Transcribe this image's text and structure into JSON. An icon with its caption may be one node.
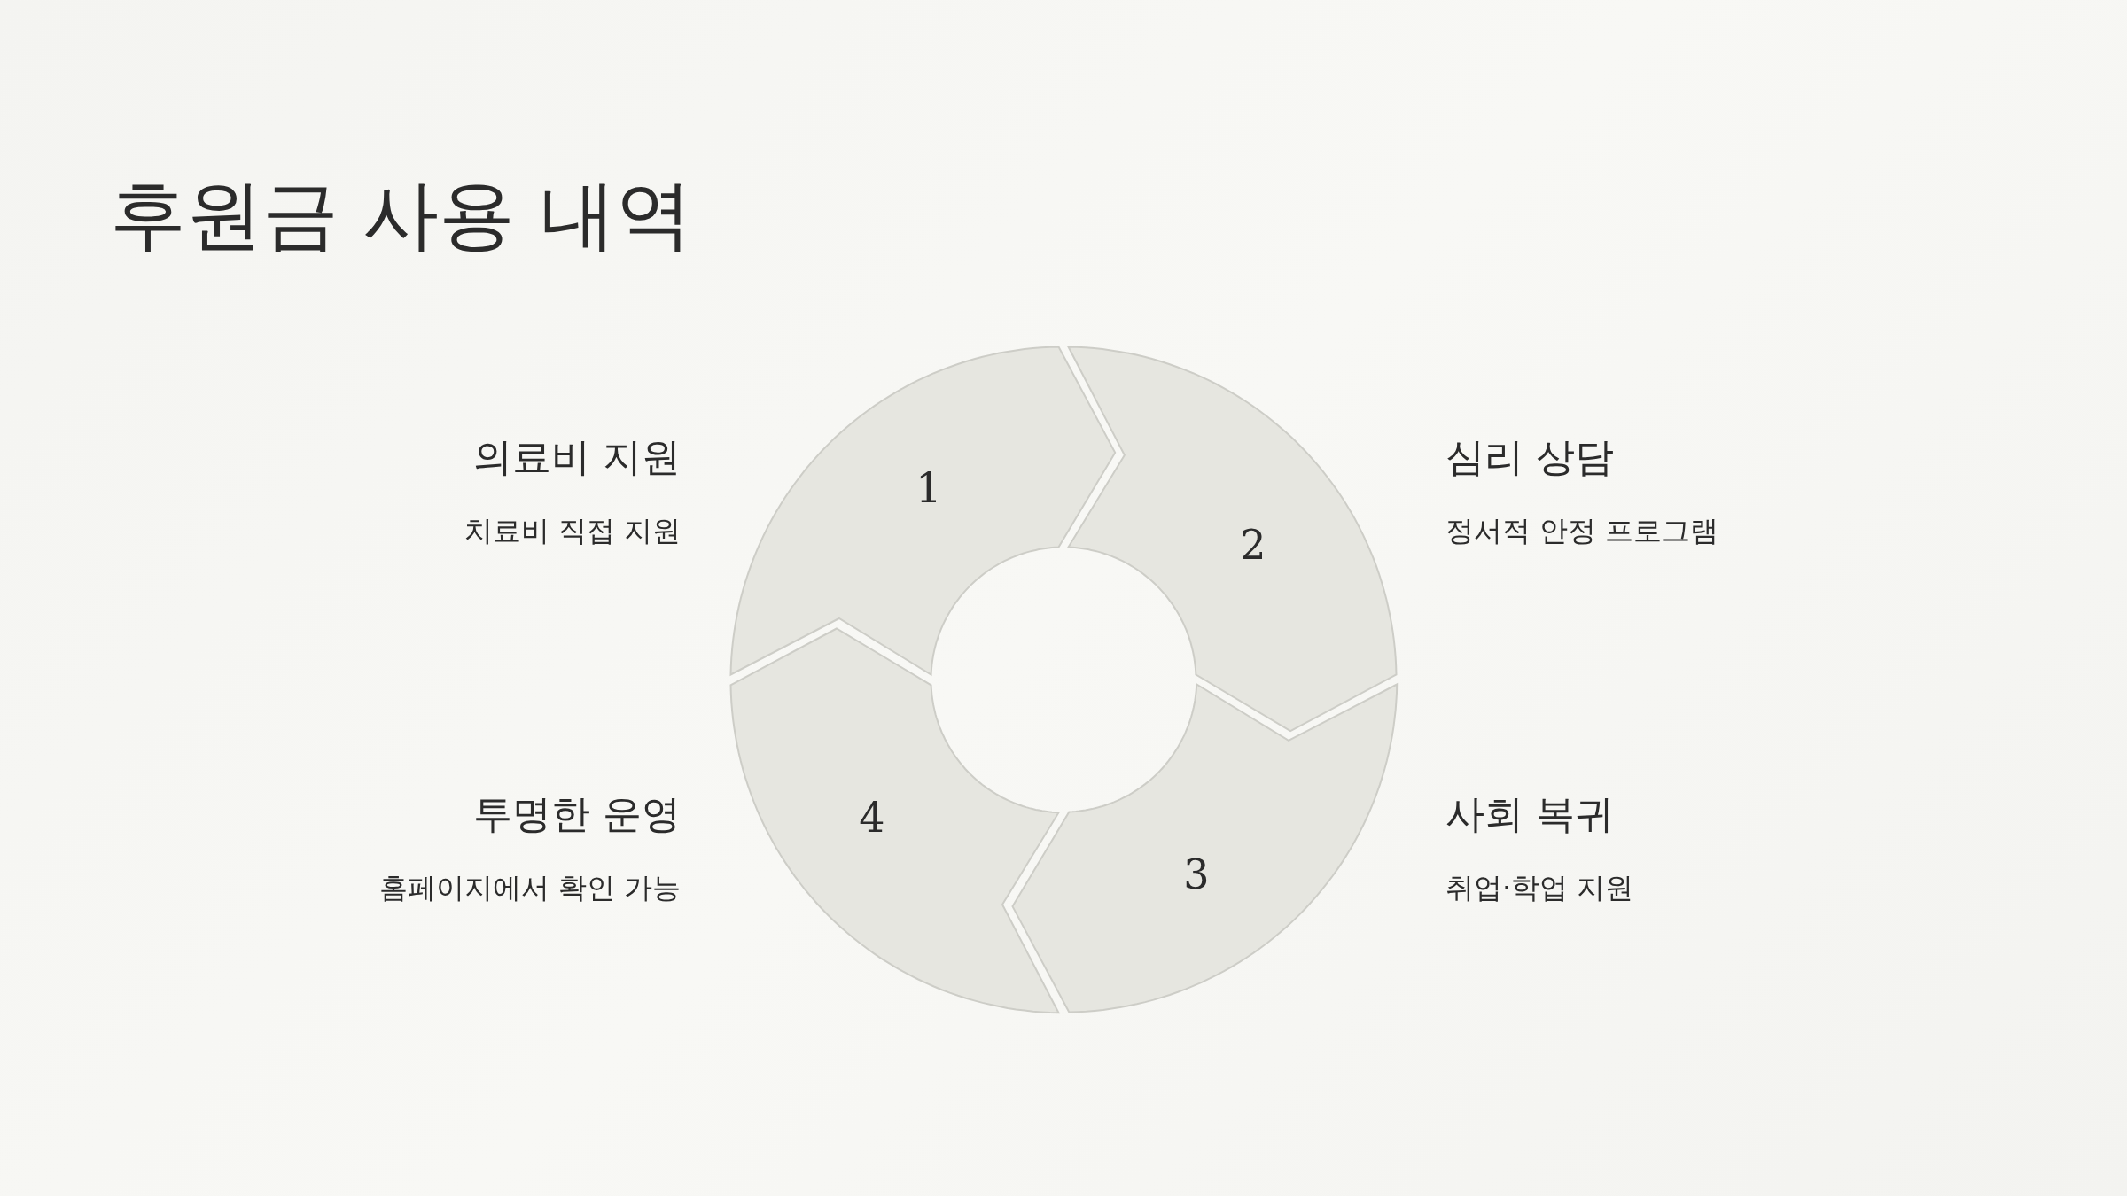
{
  "diagram": {
    "title": "후원금 사용 내역",
    "nodes": [
      {
        "text": [
          "1"
        ],
        "beside": [
          "의료비 지원",
          "치료비 직접 지원"
        ]
      },
      {
        "text": [
          "2"
        ],
        "beside": [
          "심리 상담",
          "정서적 안정 프로그램"
        ]
      },
      {
        "text": [
          "3"
        ],
        "beside": [
          "사회 복귀",
          "취업·학업 지원"
        ]
      },
      {
        "text": [
          "4"
        ],
        "beside": [
          "투명한 운영",
          "홈페이지에서 확인 가능"
        ]
      }
    ]
  }
}
